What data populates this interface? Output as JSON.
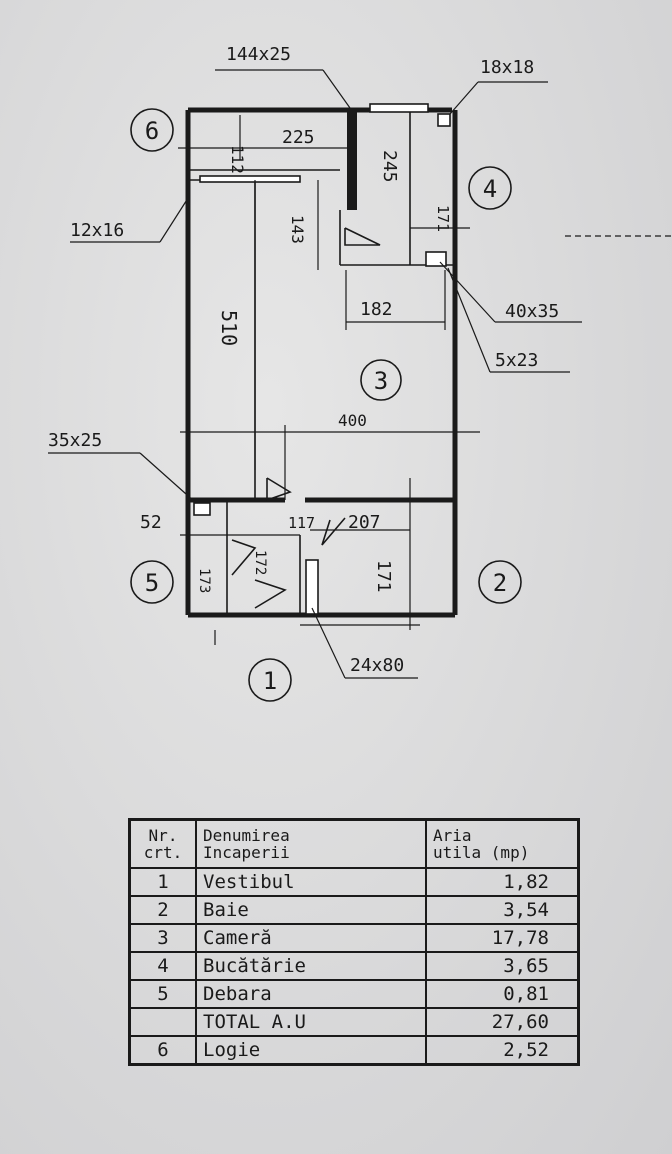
{
  "room_markers": [
    {
      "id": "1"
    },
    {
      "id": "2"
    },
    {
      "id": "3"
    },
    {
      "id": "4"
    },
    {
      "id": "5"
    },
    {
      "id": "6"
    }
  ],
  "dimensions": {
    "d225": "225",
    "d112": "112",
    "d245": "245",
    "d143": "143",
    "d171a": "171",
    "d182": "182",
    "d510": "510",
    "d400": "400",
    "d52": "52",
    "d117": "117",
    "d207": "207",
    "d173": "173",
    "d172": "172",
    "d171b": "171"
  },
  "callouts": {
    "c144x25": "144x25",
    "c18x18": "18x18",
    "c12x16": "12x16",
    "c40x35": "40x35",
    "c5x23": "5x23",
    "c35x25": "35x25",
    "c24x80": "24x80"
  },
  "legend": {
    "header": {
      "nr_line1": "Nr.",
      "nr_line2": "crt.",
      "name_line1": "Denumirea",
      "name_line2": "Incaperii",
      "area_line1": "Aria",
      "area_line2": "utila (mp)"
    },
    "rows": [
      {
        "nr": "1",
        "name": "Vestibul",
        "area": "1,82"
      },
      {
        "nr": "2",
        "name": "Baie",
        "area": "3,54"
      },
      {
        "nr": "3",
        "name": "Cameră",
        "area": "17,78"
      },
      {
        "nr": "4",
        "name": "Bucătărie",
        "area": "3,65"
      },
      {
        "nr": "5",
        "name": "Debara",
        "area": "0,81"
      },
      {
        "nr": "",
        "name": "TOTAL A.U",
        "area": "27,60"
      },
      {
        "nr": "6",
        "name": "Logie",
        "area": "2,52"
      }
    ]
  }
}
